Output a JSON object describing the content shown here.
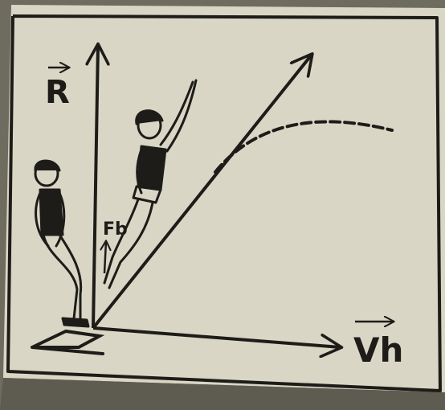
{
  "labels": {
    "resultant": "R",
    "horizontal_velocity": "Vh",
    "force": "Fb"
  },
  "colors": {
    "background": "#6e6b5f",
    "paper": "#d9d6c6",
    "ink": "#1d1c18"
  }
}
